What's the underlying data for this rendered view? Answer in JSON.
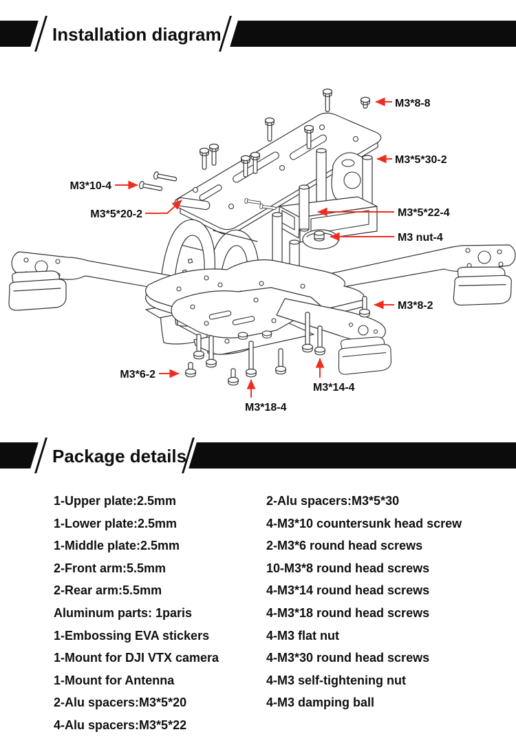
{
  "colors": {
    "banner_bg": "#0c0c0c",
    "text": "#0f0f0f",
    "arrow_red": "#ee2d1f",
    "line": "#333333"
  },
  "banners": {
    "installation_title": "Installation diagram",
    "package_title": "Package details"
  },
  "diagram": {
    "callouts": [
      {
        "label": "M3*8-8"
      },
      {
        "label": "M3*5*30-2"
      },
      {
        "label": "M3*5*22-4"
      },
      {
        "label": "M3 nut-4"
      },
      {
        "label": "M3*8-2"
      },
      {
        "label": "M3*10-4"
      },
      {
        "label": "M3*5*20-2"
      },
      {
        "label": "M3*6-2"
      },
      {
        "label": "M3*18-4"
      },
      {
        "label": "M3*14-4"
      }
    ]
  },
  "package_details": {
    "left_column": [
      "1-Upper plate:2.5mm",
      "1-Lower plate:2.5mm",
      "1-Middle plate:2.5mm",
      "2-Front arm:5.5mm",
      "2-Rear arm:5.5mm",
      "Aluminum parts: 1paris",
      "1-Embossing EVA stickers",
      "1-Mount for DJI VTX camera",
      "1-Mount for Antenna",
      "2-Alu spacers:M3*5*20",
      "4-Alu spacers:M3*5*22"
    ],
    "right_column": [
      "2-Alu spacers:M3*5*30",
      "4-M3*10 countersunk head screw",
      "2-M3*6 round head screws",
      "10-M3*8 round head screws",
      "4-M3*14 round head screws",
      "4-M3*18 round head screws",
      "4-M3 flat nut",
      "4-M3*30 round head screws",
      "4-M3 self-tightening nut",
      "4-M3 damping ball"
    ]
  }
}
